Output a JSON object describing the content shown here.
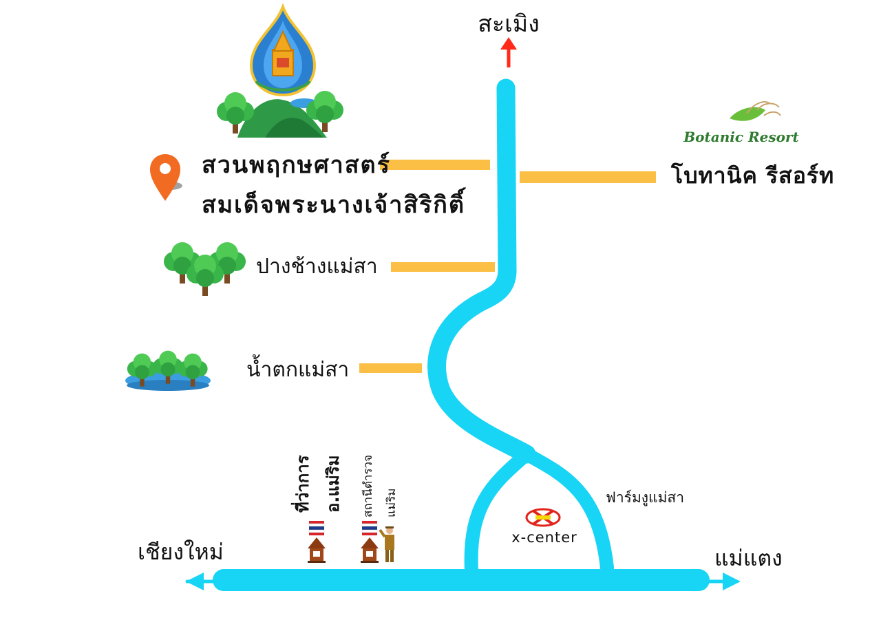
{
  "labels": {
    "north": "สะเมิง",
    "garden_line1": "สวนพฤกษศาสตร์",
    "garden_line2": "สมเด็จพระนางเจ้าสิริกิติ์",
    "botanic_resort": "โบทานิค รีสอร์ท",
    "elephant_camp": "ปางช้างแม่สา",
    "waterfall": "น้ำตกแม่สา",
    "snake_farm": "ฟาร์มงูแม่สา",
    "x_center": "x-center",
    "chiang_mai": "เชียงใหม่",
    "mae_taeng": "แม่แตง",
    "district_office_1": "ที่ว่าการ",
    "district_office_2": "อ.แม่ริม",
    "police_1": "สถานีตำรวจ",
    "police_2": "แม่ริม"
  },
  "logos": {
    "botanic_resort_text": "Botanic Resort"
  },
  "colors": {
    "road": "#18d4f5",
    "connector": "#fbbf45",
    "arrow_north": "#ff2a1a",
    "pin": "#f26b22",
    "tree": "#3ebd45",
    "mountain": "#2e9a48",
    "water": "#3a9ee0"
  }
}
